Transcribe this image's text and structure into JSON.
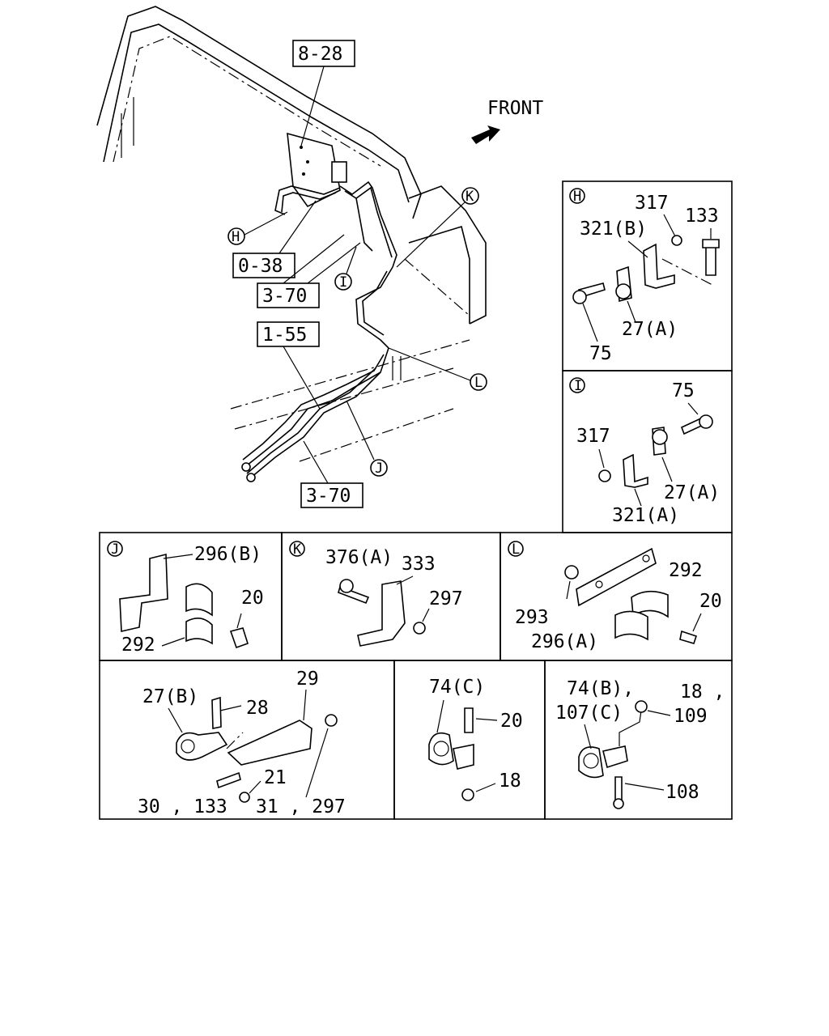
{
  "main_diagram": {
    "front_label": "FRONT",
    "refs": {
      "r828": "8-28",
      "r038": "0-38",
      "r370a": "3-70",
      "r155": "1-55",
      "r370b": "3-70"
    },
    "callouts": {
      "H": "H",
      "I": "I",
      "K": "K",
      "L": "L",
      "J": "J"
    }
  },
  "panel_H": {
    "letter": "H",
    "labels": {
      "p317": "317",
      "p133": "133",
      "p321b": "321(B)",
      "p27a": "27(A)",
      "p75": "75"
    }
  },
  "panel_I": {
    "letter": "I",
    "labels": {
      "p75": "75",
      "p317": "317",
      "p27a": "27(A)",
      "p321a": "321(A)"
    }
  },
  "panel_J": {
    "letter": "J",
    "labels": {
      "p296b": "296(B)",
      "p20": "20",
      "p292": "292"
    }
  },
  "panel_K": {
    "letter": "K",
    "labels": {
      "p376a": "376(A)",
      "p333": "333",
      "p297": "297"
    }
  },
  "panel_L": {
    "letter": "L",
    "labels": {
      "p292": "292",
      "p20": "20",
      "p293": "293",
      "p296a": "296(A)"
    }
  },
  "panel_M": {
    "labels": {
      "p29": "29",
      "p27b": "27(B)",
      "p28": "28",
      "p21": "21",
      "p30_133": "30 , 133",
      "p31_297": "31 , 297"
    }
  },
  "panel_N": {
    "labels": {
      "p74c": "74(C)",
      "p20": "20",
      "p18": "18"
    }
  },
  "panel_O": {
    "labels": {
      "p74b": "74(B),",
      "p18": "18 ,",
      "p107c": "107(C)",
      "p109": "109",
      "p108": "108"
    }
  }
}
